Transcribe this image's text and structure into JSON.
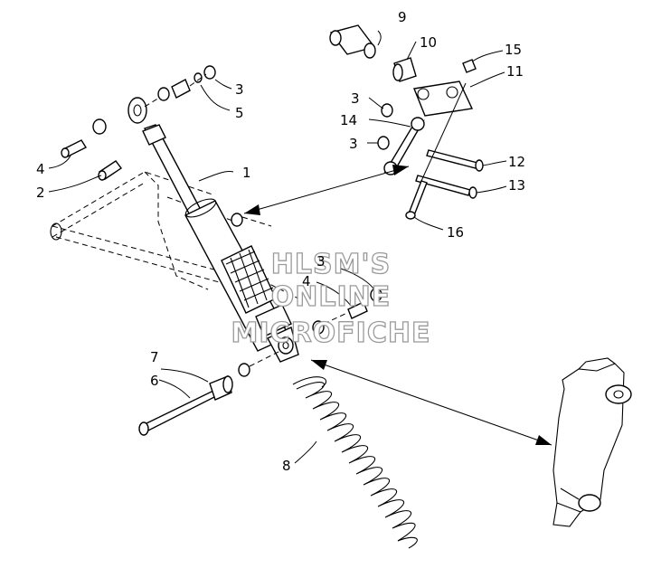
{
  "callouts": {
    "c1": "1",
    "c2": "2",
    "c3a": "3",
    "c3b": "3",
    "c3c": "3",
    "c3d": "3",
    "c4a": "4",
    "c4b": "4",
    "c5": "5",
    "c6": "6",
    "c7": "7",
    "c8": "8",
    "c9": "9",
    "c10": "10",
    "c11": "11",
    "c12": "12",
    "c13": "13",
    "c14": "14",
    "c15": "15",
    "c16": "16"
  },
  "watermark": {
    "line1": "HLSM'S",
    "line2": "ONLINE",
    "line3": "MICROFICHE"
  }
}
